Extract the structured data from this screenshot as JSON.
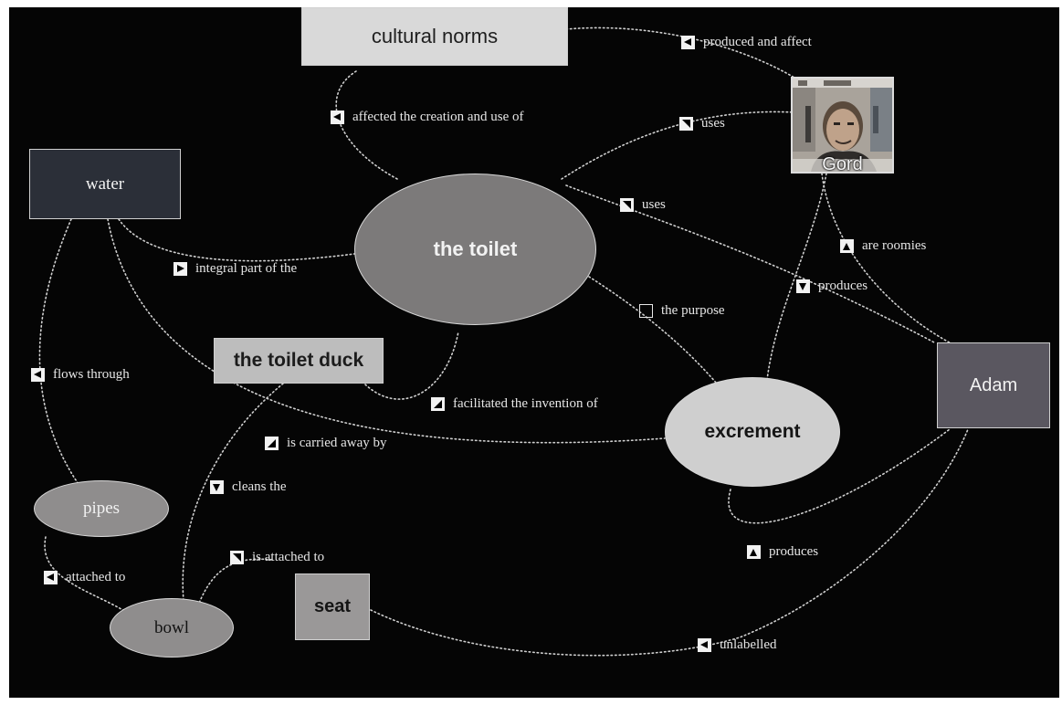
{
  "nodes": {
    "cultural_norms": "cultural norms",
    "water": "water",
    "the_toilet": "the toilet",
    "the_toilet_duck": "the toilet duck",
    "excrement": "excrement",
    "adam": "Adam",
    "pipes": "pipes",
    "bowl": "bowl",
    "seat": "seat",
    "gord": "Gord"
  },
  "links": {
    "produced_and_affect": "produced and affect",
    "affected_creation": "affected the creation and use of",
    "uses_1": "uses",
    "uses_2": "uses",
    "integral_part": "integral part of the",
    "are_roomies": "are roomies",
    "produces_1": "produces",
    "the_purpose": "the purpose",
    "flows_through": "flows through",
    "facilitated_invention": "facilitated the invention of",
    "carried_away": "is carried away by",
    "cleans_the": "cleans the",
    "is_attached_to": "is attached to",
    "produces_2": "produces",
    "attached_to": "attached to",
    "unlabelled": "unlabelled"
  },
  "icons": {
    "link_marker": "triangle-arrow-icon",
    "empty_marker": "empty-square-icon",
    "photo": "person-photo-icon"
  },
  "colors": {
    "background": "#050505",
    "cultural_norms_fill": "#d9d9d9",
    "water_fill": "#2b2f38",
    "the_toilet_fill": "#7c7a7a",
    "the_toilet_duck_fill": "#bdbdbd",
    "excrement_fill": "#cfcfcf",
    "adam_fill": "#5a5760",
    "pipes_fill": "#8f8d8d",
    "bowl_fill": "#8f8d8d",
    "seat_fill": "#9a9898",
    "edge": "#cfcfcf",
    "label_text": "#e6e6e6"
  }
}
